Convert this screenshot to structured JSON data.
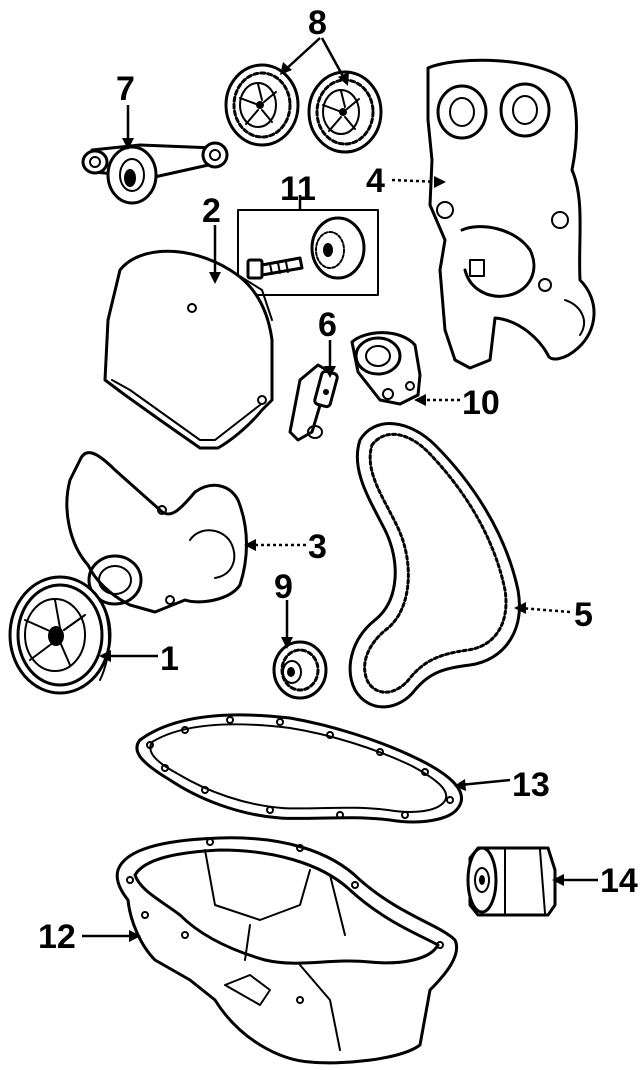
{
  "callouts": [
    {
      "id": "1",
      "label": "1"
    },
    {
      "id": "2",
      "label": "2"
    },
    {
      "id": "3",
      "label": "3"
    },
    {
      "id": "4",
      "label": "4"
    },
    {
      "id": "5",
      "label": "5"
    },
    {
      "id": "6",
      "label": "6"
    },
    {
      "id": "7",
      "label": "7"
    },
    {
      "id": "8",
      "label": "8"
    },
    {
      "id": "9",
      "label": "9"
    },
    {
      "id": "10",
      "label": "10"
    },
    {
      "id": "11",
      "label": "11"
    },
    {
      "id": "12",
      "label": "12"
    },
    {
      "id": "13",
      "label": "13"
    },
    {
      "id": "14",
      "label": "14"
    }
  ],
  "colors": {
    "ink": "#000000",
    "background": "#ffffff"
  }
}
